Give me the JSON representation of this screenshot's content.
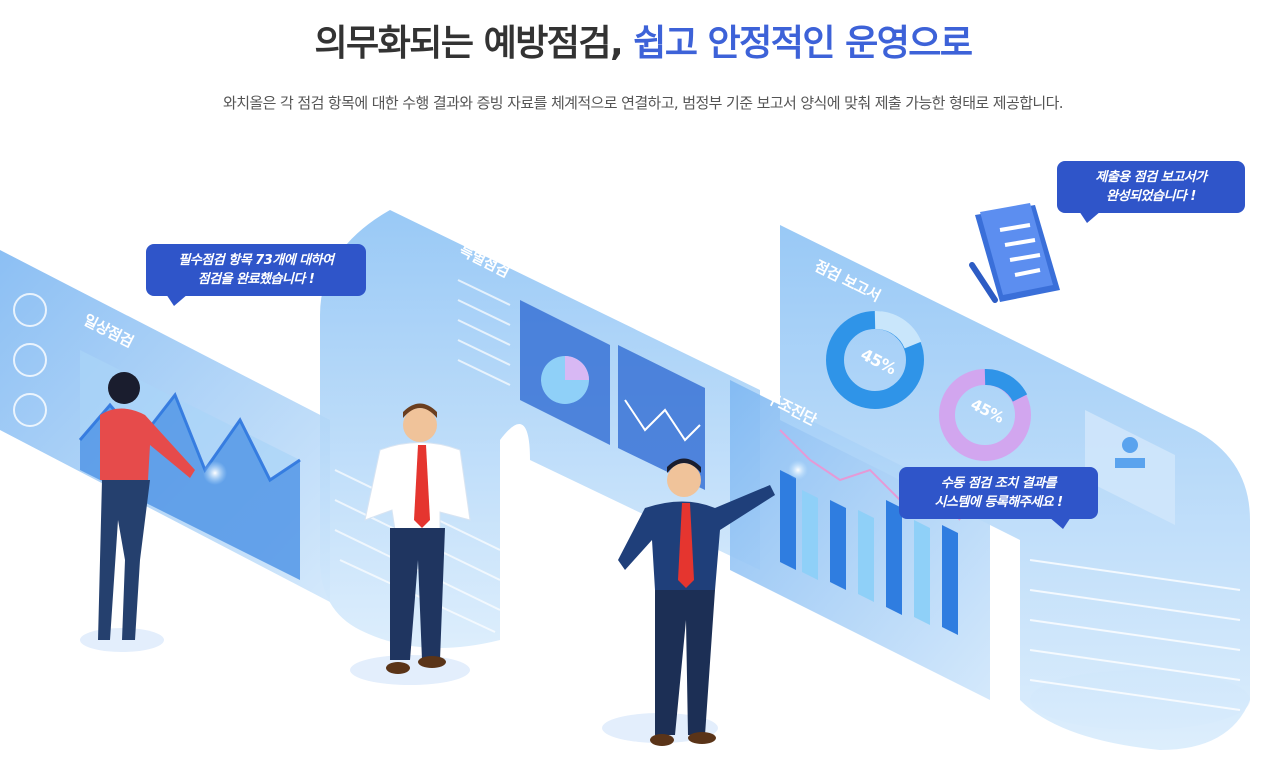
{
  "header": {
    "title_main": "의무화되는 예방점검,",
    "title_accent": "쉽고 안정적인 운영으로",
    "subtitle": "와치올은 각 점검 항목에 대한 수행 결과와 증빙 자료를 체계적으로 연결하고, 범정부 기준 보고서 양식에 맞춰 제출 가능한 형태로 제공합니다."
  },
  "panels": {
    "daily": "일상점검",
    "special": "특별점검",
    "structural": "구조진단",
    "report": "점검 보고서",
    "donut_value_1": "45%",
    "donut_value_2": "45%"
  },
  "bubbles": {
    "left_line1": "필수점검 항목 73개에 대하여",
    "left_line2": "점검을 완료했습니다 !",
    "right_line1": "제출용 점검 보고서가",
    "right_line2": "완성되었습니다 !",
    "center_line1": "수동 점검 조치 결과를",
    "center_line2": "시스템에 등록해주세요 !"
  },
  "colors": {
    "accent": "#3d62d8",
    "bubble": "#2f55c9",
    "panel": "#8ec3f5",
    "panel_light": "#cfe6fb"
  },
  "icons": {
    "report": "document-pencil-icon"
  }
}
